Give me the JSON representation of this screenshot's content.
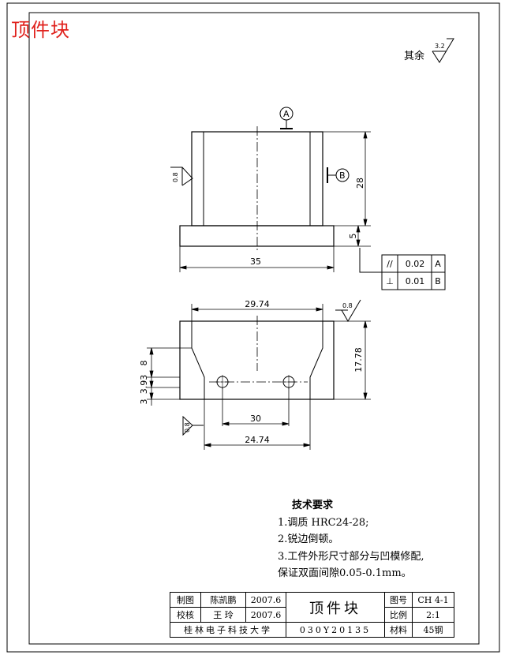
{
  "title": "顶件块",
  "general_roughness": {
    "label": "其余",
    "value": "3.2"
  },
  "datums": {
    "a": "A",
    "b": "B"
  },
  "front_view": {
    "surface_finish": "0.8",
    "dims": {
      "height_body": "28",
      "height_base": "5",
      "width_base": "35"
    }
  },
  "tolerance_frames": [
    {
      "symbol": "//",
      "value": "0.02",
      "datum": "A"
    },
    {
      "symbol": "⊥",
      "value": "0.01",
      "datum": "B"
    }
  ],
  "top_view": {
    "surface_finish_top": "0.8",
    "surface_finish_left": "0.8",
    "dims": {
      "top_width": "29.74",
      "height": "17.78",
      "left_upper": "8",
      "left_mid": "3.93",
      "left_lower": "3",
      "hole_spacing": "30",
      "bottom_width": "24.74"
    }
  },
  "tech_requirements": {
    "heading": "技术要求",
    "items": [
      "1.调质 HRC24-28;",
      "2.锐边倒顿。",
      "3.工件外形尺寸部分与凹模修配,",
      "保证双面间隙0.05-0.1mm。"
    ]
  },
  "title_block": {
    "drawn_label": "制图",
    "drawn_by": "陈凯鹏",
    "drawn_date": "2007.6",
    "checked_label": "校核",
    "checked_by": "王 玲",
    "checked_date": "2007.6",
    "part_name": "顶件块",
    "drawing_no_label": "图号",
    "drawing_no": "CH 4-1",
    "scale_label": "比例",
    "scale": "2:1",
    "material_label": "材料",
    "material": "45钢",
    "school": "桂林电子科技大学",
    "student_no": "030Y20135"
  }
}
